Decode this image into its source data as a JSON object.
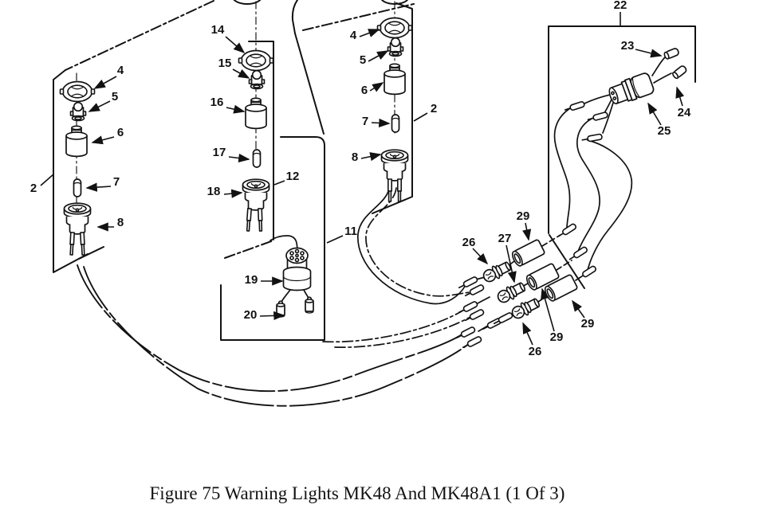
{
  "figure_caption": "Figure 75 Warning Lights MK48 And MK48A1 (1 Of 3)",
  "colors": {
    "ink": "#121212",
    "paper": "#ffffff"
  },
  "callouts": {
    "left_panel": "2",
    "left_bezel": "4",
    "left_holder": "5",
    "left_body": "6",
    "left_bulb": "7",
    "left_socket": "8",
    "mid_bezel": "14",
    "mid_holder": "15",
    "mid_body": "16",
    "mid_bulb": "17",
    "mid_socket": "18",
    "mid_panel": "12",
    "bracket_panel": "11",
    "connector": "19",
    "connector_terminals": "20",
    "right_bezel": "4",
    "right_holder": "5",
    "right_body": "6",
    "right_bulb": "7",
    "right_socket": "8",
    "right_panel": "2",
    "junction_box": "22",
    "box_terminal_a": "23",
    "box_terminal_b": "24",
    "box_plug": "25",
    "screw_connector_top": "26",
    "screw_connector_mid": "27",
    "sleeve_top": "29",
    "sleeve_mid": "29",
    "sleeve_right": "29",
    "screw_connector_bottom": "26"
  }
}
